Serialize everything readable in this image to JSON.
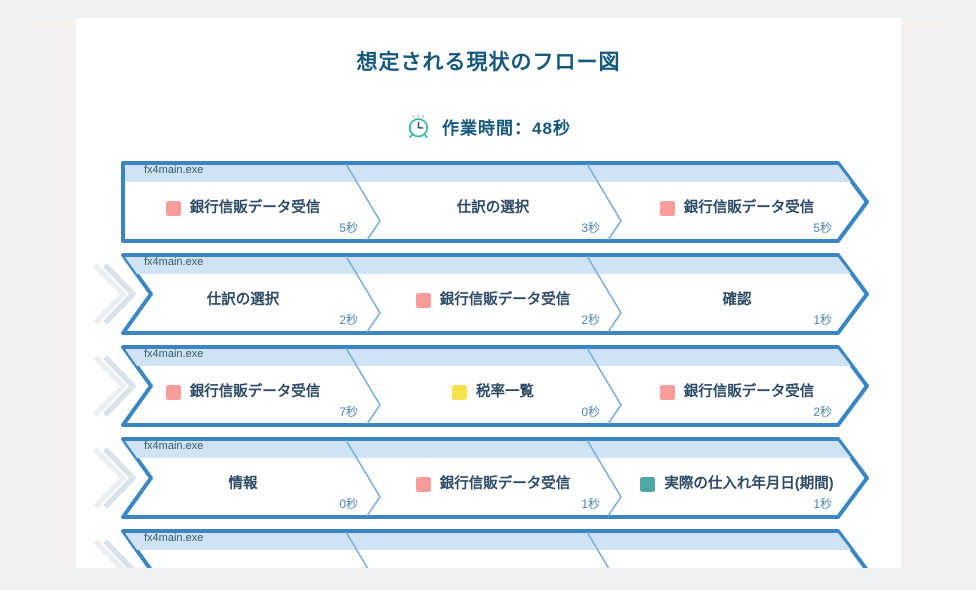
{
  "header": {
    "title": "想定される現状のフロー図",
    "work_time": "作業時間：48秒"
  },
  "colors": {
    "row_border": "#3A86C3",
    "row_header_band": "#CFE3F4",
    "title_text": "#17597D",
    "time_text": "#4E86AD",
    "marker_pink": "#F99B9B",
    "marker_yellow": "#F6E44D",
    "marker_teal": "#4FA7A3",
    "clock_green": "#35B99E",
    "page_background": "#ECF1F4",
    "panel_background": "#F4F1EC"
  },
  "rows": [
    {
      "app": "fx4main.exe",
      "segments": [
        {
          "label": "銀行信販データ受信",
          "time": "5秒",
          "marker_color": "#F99B9B"
        },
        {
          "label": "仕訳の選択",
          "time": "3秒"
        },
        {
          "label": "銀行信販データ受信",
          "time": "5秒",
          "marker_color": "#F99B9B"
        }
      ]
    },
    {
      "app": "fx4main.exe",
      "segments": [
        {
          "label": "仕訳の選択",
          "time": "2秒"
        },
        {
          "label": "銀行信販データ受信",
          "time": "2秒",
          "marker_color": "#F99B9B"
        },
        {
          "label": "確認",
          "time": "1秒"
        }
      ]
    },
    {
      "app": "fx4main.exe",
      "segments": [
        {
          "label": "銀行信販データ受信",
          "time": "7秒",
          "marker_color": "#F99B9B"
        },
        {
          "label": "税率一覧",
          "time": "0秒",
          "marker_color": "#F6E44D"
        },
        {
          "label": "銀行信販データ受信",
          "time": "2秒",
          "marker_color": "#F99B9B"
        }
      ]
    },
    {
      "app": "fx4main.exe",
      "segments": [
        {
          "label": "情報",
          "time": "0秒"
        },
        {
          "label": "銀行信販データ受信",
          "time": "1秒",
          "marker_color": "#F99B9B"
        },
        {
          "label": "実際の仕入れ年月日(期間)",
          "time": "1秒",
          "marker_color": "#4FA7A3"
        }
      ]
    },
    {
      "app": "fx4main.exe",
      "segments": []
    }
  ]
}
